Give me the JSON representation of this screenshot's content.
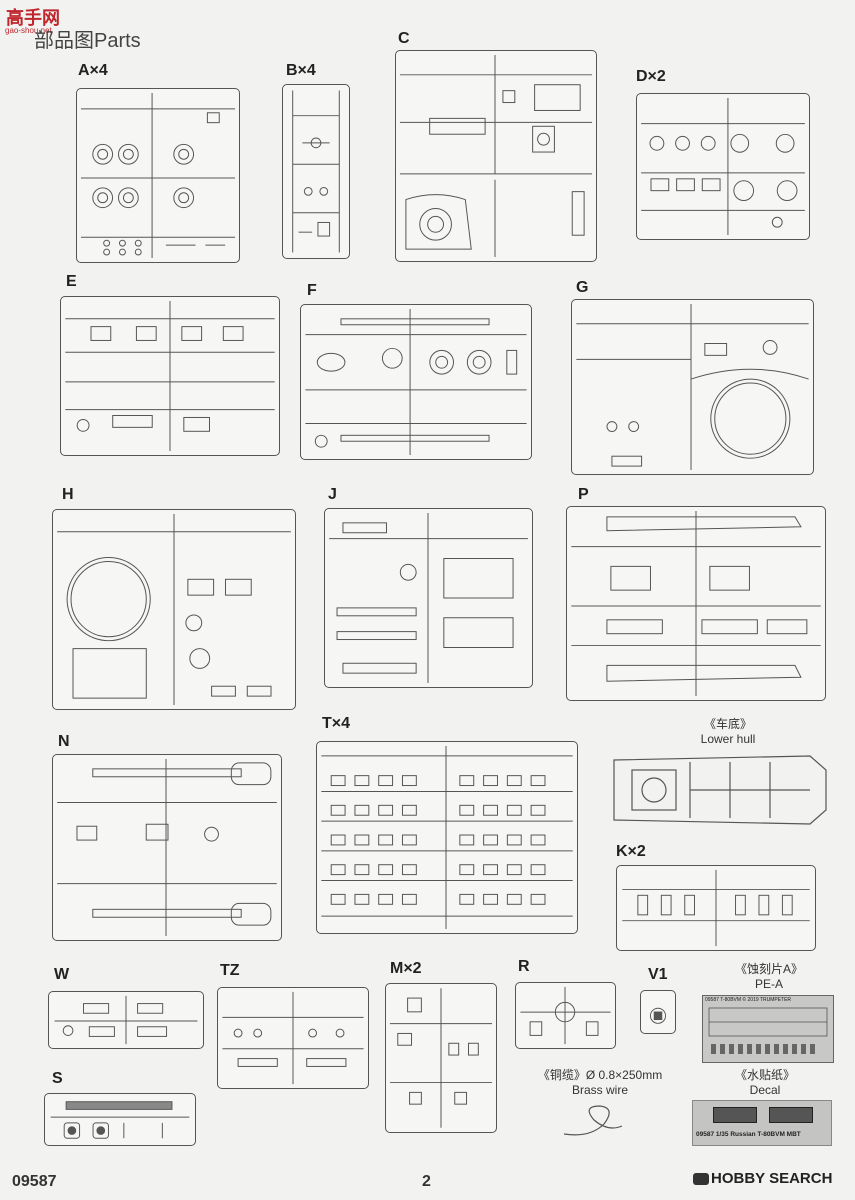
{
  "header": {
    "logo_text": "高手网",
    "logo_sub": "gao-shou.net",
    "title": "部品图Parts"
  },
  "sprues": {
    "A": "A×4",
    "B": "B×4",
    "C": "C",
    "D": "D×2",
    "E": "E",
    "F": "F",
    "G": "G",
    "H": "H",
    "J": "J",
    "P": "P",
    "N": "N",
    "T": "T×4",
    "K": "K×2",
    "W": "W",
    "TZ": "TZ",
    "M": "M×2",
    "R": "R",
    "V1": "V1",
    "S": "S"
  },
  "captions": {
    "lower_hull_cn": "《车底》",
    "lower_hull_en": "Lower hull",
    "pe_cn": "《蚀刻片A》",
    "pe_en": "PE-A",
    "brass_cn": "《铜缆》Ø 0.8×250mm",
    "brass_en": "Brass wire",
    "decal_cn": "《水贴纸》",
    "decal_en": "Decal",
    "pe_header": "09587 T-80BVM © 2019 TRUMPETER",
    "decal_footer": "09587 1/35 Russian T-80BVM MBT"
  },
  "footer": {
    "code": "09587",
    "page": "2",
    "brand": "HOBBY SEARCH"
  },
  "colors": {
    "line": "#555555",
    "paper": "#f2f2f0",
    "logo_red": "#c0262d"
  }
}
